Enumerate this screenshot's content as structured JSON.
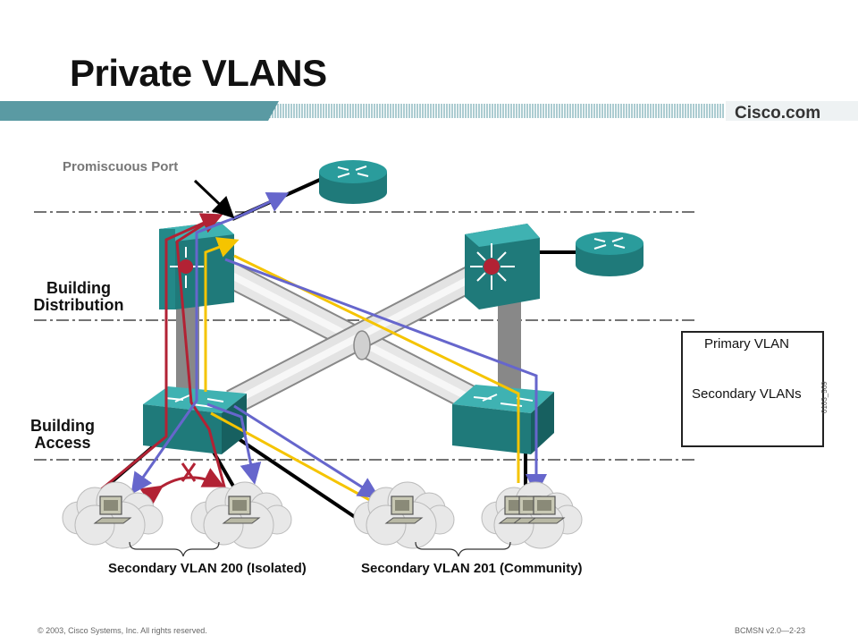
{
  "slide": {
    "title": "Private VLANS",
    "brand": "Cisco.com",
    "footer_left": "© 2003, Cisco Systems, Inc. All rights reserved.",
    "footer_right": "BCMSN v2.0—2-23",
    "figure_id": "0103_569"
  },
  "labels": {
    "promiscuous_port": "Promiscuous Port",
    "building_distribution": [
      "Building",
      "Distribution"
    ],
    "building_access": [
      "Building",
      "Access"
    ],
    "isolated_group": "Secondary VLAN 200 (Isolated)",
    "community_group": "Secondary VLAN 201 (Community)"
  },
  "legend": {
    "primary_label": "Primary VLAN",
    "secondary_label": "Secondary VLANs"
  },
  "colors": {
    "primary_vlan": "#6666cc",
    "secondary_red": "#b22234",
    "secondary_yellow": "#f5c400",
    "device_teal": "#2a9c9c",
    "device_teal_dark": "#1f7a7a",
    "header_bar": "#5a9aa3"
  },
  "icons": {
    "routers": [
      "router-icon",
      "router-icon"
    ],
    "multilayer_switches": [
      "multilayer-switch-icon",
      "multilayer-switch-icon"
    ],
    "access_switches": [
      "switch-icon",
      "switch-icon"
    ],
    "hosts": [
      "workstation-icon",
      "workstation-icon",
      "workstation-icon",
      "workstation-icon"
    ]
  },
  "notes": {
    "blocked_marker": "X"
  }
}
